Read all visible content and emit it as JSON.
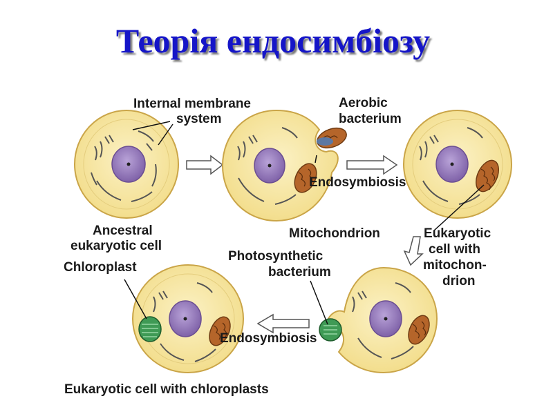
{
  "title": "Теорія ендосимбіозу",
  "labels": {
    "internal_membrane_line1": "Internal membrane",
    "internal_membrane_line2": "system",
    "aerobic_line1": "Aerobic",
    "aerobic_line2": "bacterium",
    "endosymbiosis_top": "Endosymbiosis",
    "ancestral_line1": "Ancestral",
    "ancestral_line2": "eukaryotic cell",
    "mitochondrion": "Mitochondrion",
    "eukaryotic_mito_line1": "Eukaryotic",
    "eukaryotic_mito_line2": "cell with",
    "eukaryotic_mito_line3": "mitochon-",
    "eukaryotic_mito_line4": "drion",
    "photosynthetic_line1": "Photosynthetic",
    "photosynthetic_line2": "bacterium",
    "chloroplast": "Chloroplast",
    "endosymbiosis_bottom": "Endosymbiosis",
    "eukaryotic_chloro": "Eukaryotic cell with chloroplasts"
  },
  "colors": {
    "title": "#1515c8",
    "cytoplasm": "#f6e7a0",
    "cell_membrane": "#e2c25a",
    "nucleus": "#9a7fbf",
    "mitochondrion": "#a85a22",
    "chloroplast": "#3f9a55",
    "arrow": "#ffffff"
  },
  "icons": [
    "right-arrow-icon",
    "down-arrow-icon",
    "left-arrow-icon"
  ]
}
